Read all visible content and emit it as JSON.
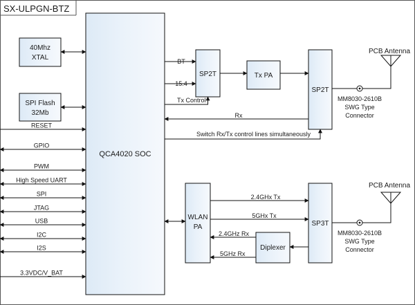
{
  "diagram": {
    "title": "SX-ULPGN-BTZ",
    "blocks": {
      "xtal_line1": "40Mhz",
      "xtal_line2": "XTAL",
      "flash_line1": "SPI Flash",
      "flash_line2": "32Mb",
      "soc": "QCA4020 SOC",
      "sp2t_left": "SP2T",
      "tx_pa": "Tx PA",
      "sp2t_right": "SP2T",
      "wlan_line1": "WLAN",
      "wlan_line2": "PA",
      "diplexer": "Diplexer",
      "sp3t": "SP3T"
    },
    "signals": {
      "bt": "BT",
      "ieee": "15.4",
      "tx_control": "Tx Control",
      "rx": "Rx",
      "switch_note": "Switch Rx/Tx control lines simultaneously",
      "tx_24": "2.4GHx Tx",
      "tx_5": "5GHx Tx",
      "rx_24": "2.4GHz Rx",
      "rx_5": "5GHz Rx"
    },
    "pins": [
      "RESET",
      "GPIO",
      "PWM",
      "High Speed UART",
      "SPI",
      "JTAG",
      "USB",
      "I2C",
      "I2S",
      "3.3VDC/V_BAT"
    ],
    "antenna_top": {
      "label": "PCB Antenna",
      "connector_line1": "MM8030-2610B",
      "connector_line2": "SWG Type",
      "connector_line3": "Connector"
    },
    "antenna_bottom": {
      "label": "PCB Antenna",
      "connector_line1": "MM8030-2610B",
      "connector_line2": "SWG Type",
      "connector_line3": "Connector"
    }
  }
}
